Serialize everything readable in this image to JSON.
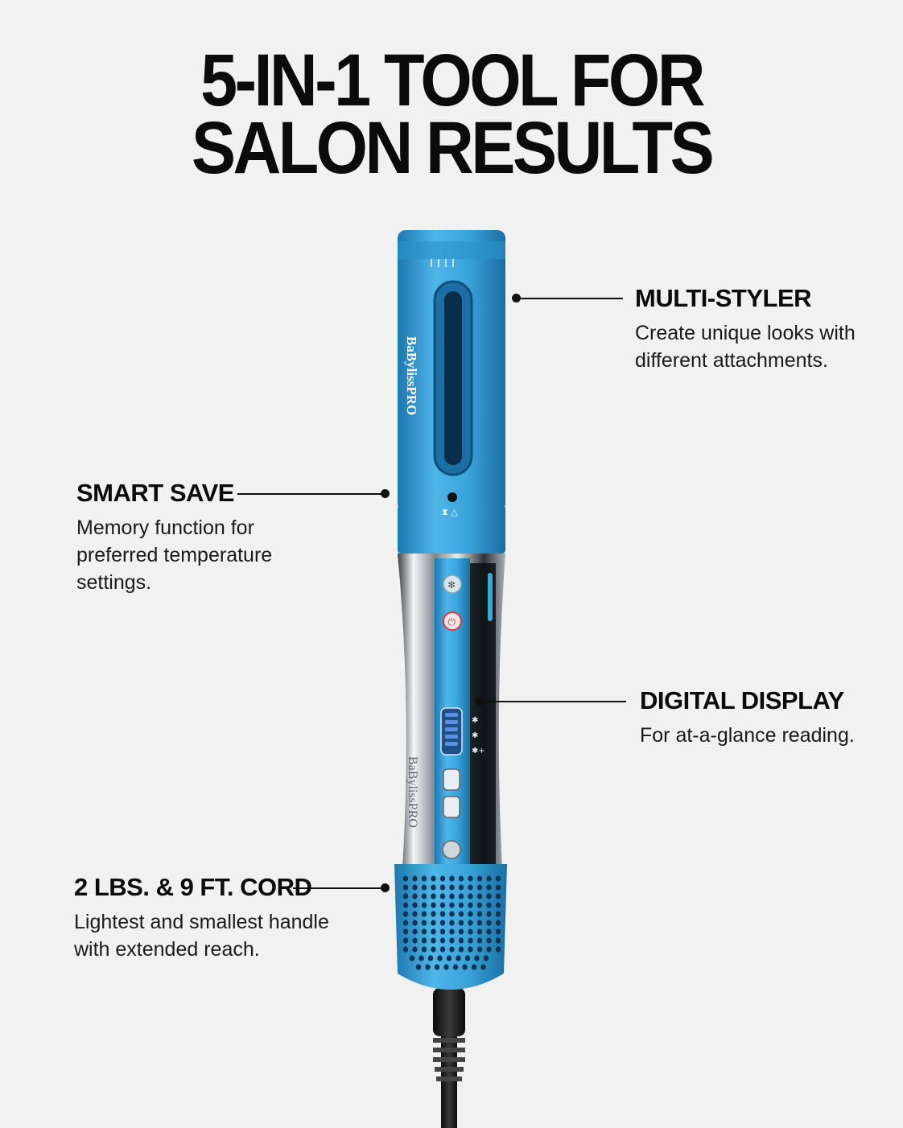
{
  "headline": {
    "line1": "5-IN-1 TOOL FOR",
    "line2": "SALON RESULTS"
  },
  "features": {
    "multi_styler": {
      "title": "MULTI-STYLER",
      "line1": "Create unique looks with",
      "line2": "different attachments."
    },
    "smart_save": {
      "title": "SMART SAVE",
      "line1": "Memory function for",
      "line2": "preferred temperature",
      "line3": "settings."
    },
    "digital_display": {
      "title": "DIGITAL DISPLAY",
      "line1": "For at-a-glance reading."
    },
    "cord": {
      "title": "2 LBS. & 9 FT. CORD",
      "line1": "Lightest and smallest handle",
      "line2": "with extended reach."
    }
  },
  "product": {
    "brand_top": "BaBylissPRO",
    "brand_handle": "BaBylissPRO",
    "colors": {
      "body_blue": "#3aa6dd",
      "body_blue_dark": "#1f7fb8",
      "chrome": "#c9ced3",
      "cord": "#1c1c1c",
      "power_red": "#d8383f"
    }
  }
}
